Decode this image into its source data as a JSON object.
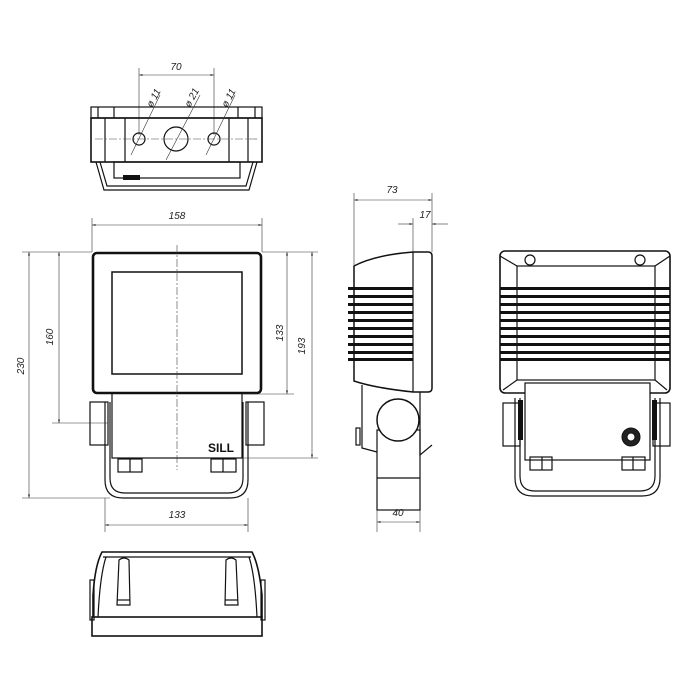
{
  "top_view": {
    "dim_spacing": "70",
    "dia_left": "ø 11",
    "dia_center": "ø 21",
    "dia_right": "ø 11"
  },
  "front_view": {
    "dim_width": "158",
    "dim_total_height": "230",
    "dim_mount_height": "160",
    "dim_window_height": "133",
    "dim_body_height": "193",
    "dim_bracket_width": "133",
    "logo": "SILL"
  },
  "side_view": {
    "dim_depth": "73",
    "dim_front_depth": "17",
    "dim_bracket_depth": "40"
  }
}
